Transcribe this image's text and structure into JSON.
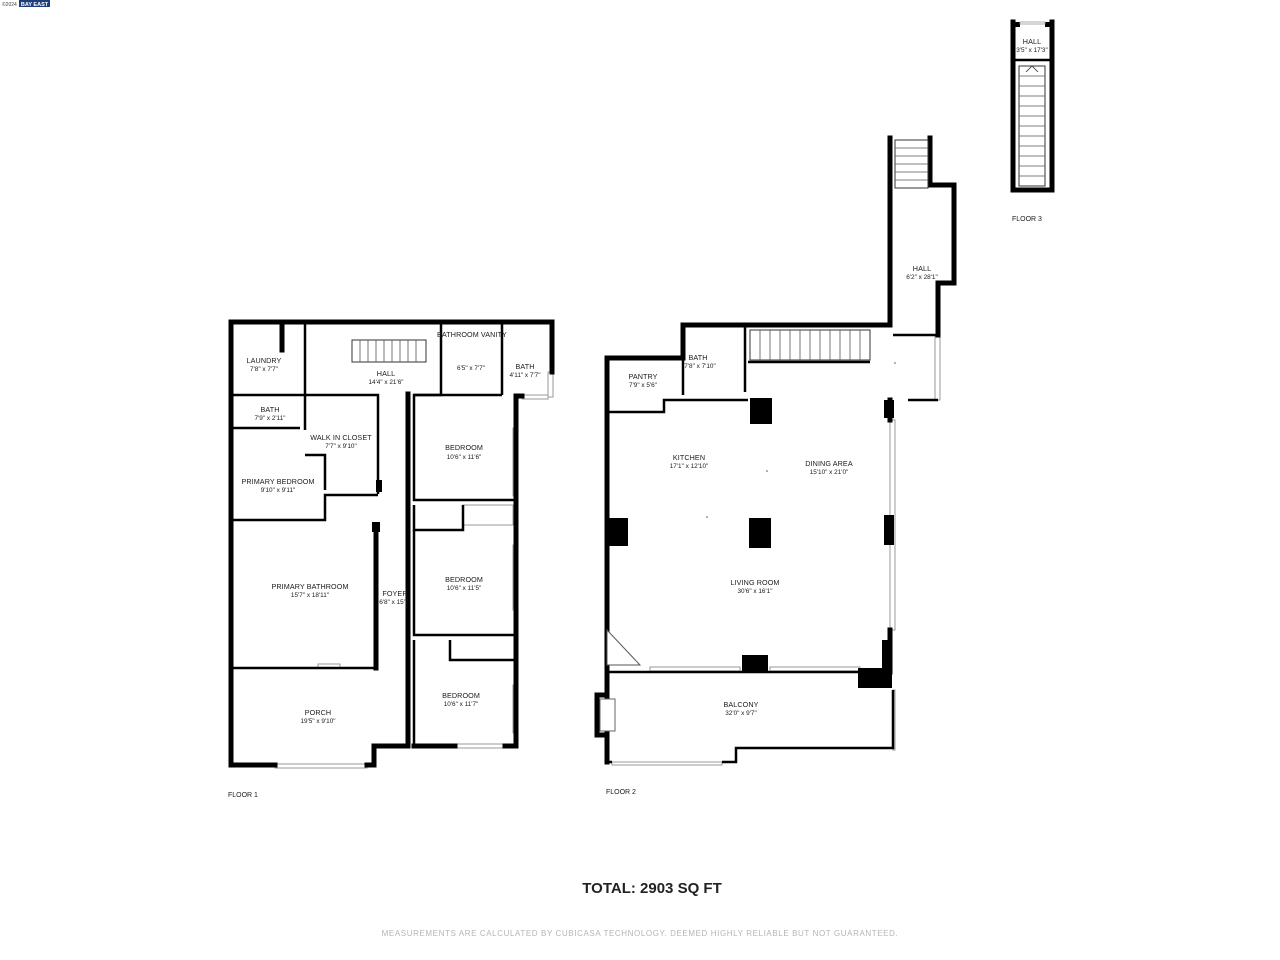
{
  "brand": {
    "copyright": "©2024",
    "logo_text": "BAY EAST"
  },
  "floors": [
    {
      "label": "FLOOR 1",
      "rooms": [
        {
          "name": "LAUNDRY",
          "dims": "7'8\" x 7'7\""
        },
        {
          "name": "HALL",
          "dims": "14'4\" x 21'6\""
        },
        {
          "name": "BATHROOM VANITY",
          "dims": "6'5\" x 7'7\""
        },
        {
          "name": "BATH",
          "dims": "4'11\" x 7'7\""
        },
        {
          "name": "BATH",
          "dims": "7'9\" x 2'11\""
        },
        {
          "name": "WALK IN CLOSET",
          "dims": "7'7\" x 9'10\""
        },
        {
          "name": "PRIMARY BEDROOM",
          "dims": "9'10\" x 9'11\""
        },
        {
          "name": "BEDROOM",
          "dims": "10'6\" x 11'6\""
        },
        {
          "name": "PRIMARY BATHROOM",
          "dims": "15'7\" x 18'11\""
        },
        {
          "name": "FOYER",
          "dims": "6'8\" x 15'7\""
        },
        {
          "name": "BEDROOM",
          "dims": "10'6\" x 11'5\""
        },
        {
          "name": "PORCH",
          "dims": "19'5\" x 9'10\""
        },
        {
          "name": "BEDROOM",
          "dims": "10'6\" x 11'7\""
        }
      ]
    },
    {
      "label": "FLOOR 2",
      "rooms": [
        {
          "name": "HALL",
          "dims": "6'2\" x 28'1\""
        },
        {
          "name": "BATH",
          "dims": "7'8\" x 7'10\""
        },
        {
          "name": "PANTRY",
          "dims": "7'9\" x 5'6\""
        },
        {
          "name": "KITCHEN",
          "dims": "17'1\" x 12'10\""
        },
        {
          "name": "DINING AREA",
          "dims": "15'10\" x 21'0\""
        },
        {
          "name": "LIVING ROOM",
          "dims": "30'6\" x 16'1\""
        },
        {
          "name": "BALCONY",
          "dims": "32'0\" x 9'7\""
        }
      ]
    },
    {
      "label": "FLOOR 3",
      "rooms": [
        {
          "name": "HALL",
          "dims": "3'5\" x 17'3\""
        }
      ]
    }
  ],
  "total": "TOTAL: 2903 SQ FT",
  "disclaimer": "MEASUREMENTS ARE CALCULATED BY CUBICASA TECHNOLOGY. DEEMED HIGHLY RELIABLE BUT NOT GUARANTEED."
}
